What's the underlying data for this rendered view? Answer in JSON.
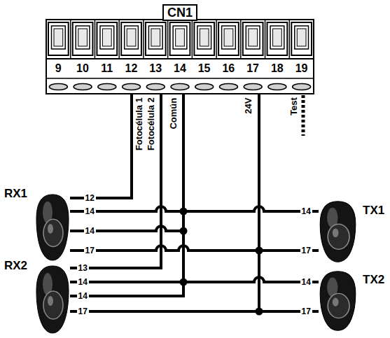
{
  "diagram": {
    "nodes": [
      {
        "text": [
          "CN1"
        ]
      },
      {
        "text": [
          "RX1"
        ]
      },
      {
        "text": [
          "TX1"
        ]
      },
      {
        "text": [
          "RX2"
        ]
      },
      {
        "text": [
          "TX2"
        ]
      }
    ],
    "edges": [
      {
        "from": 0,
        "to": 1,
        "arrow": "none"
      },
      {
        "from": 0,
        "to": 2,
        "arrow": "none"
      },
      {
        "from": 0,
        "to": 3,
        "arrow": "none"
      },
      {
        "from": 0,
        "to": 4,
        "arrow": "none"
      }
    ],
    "labels": [
      "9",
      "10",
      "11",
      "12",
      "13",
      "14",
      "15",
      "16",
      "17",
      "18",
      "19",
      "Fotocélula 1",
      "Fotocélula 2",
      "Común",
      "24V",
      "Test",
      "12",
      "14",
      "14",
      "17",
      "14",
      "17",
      "13",
      "14",
      "14",
      "17",
      "14",
      "17"
    ]
  }
}
